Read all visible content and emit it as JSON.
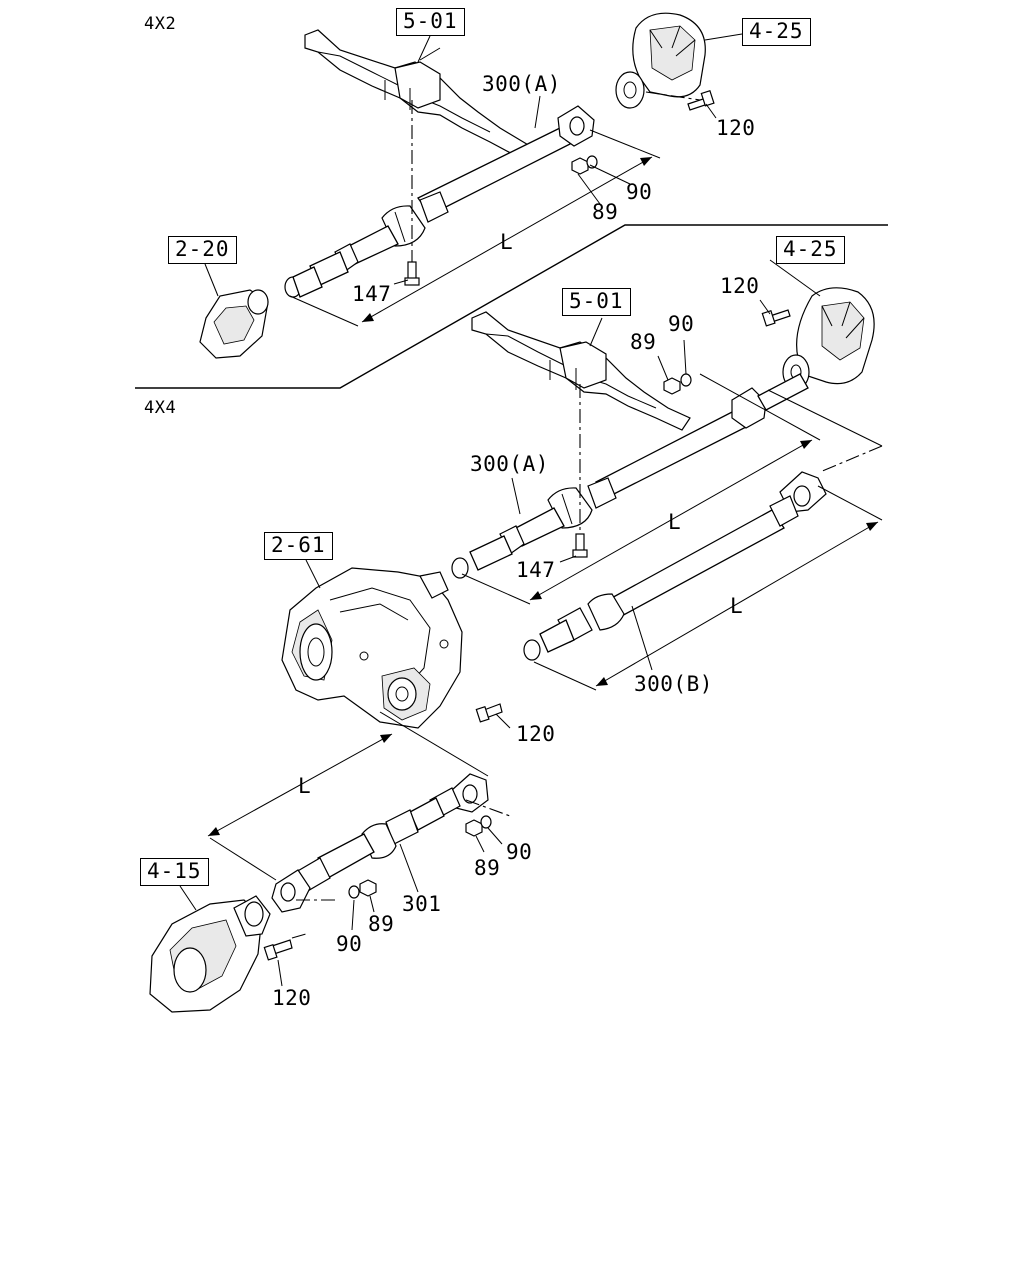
{
  "sections": {
    "upper": "4X2",
    "lower": "4X4"
  },
  "ref_boxes": {
    "frame_upper": "5-01",
    "rear_axle_upper": "4-25",
    "transmission_upper": "2-20",
    "rear_axle_lower": "4-25",
    "frame_lower": "5-01",
    "transfer_case": "2-61",
    "front_axle": "4-15"
  },
  "part_labels": {
    "shaft_a_upper": "300(A)",
    "bolt_upper": "120",
    "washer_upper": "90",
    "nut_upper": "89",
    "bolt_147_upper": "147",
    "length_upper": "L",
    "bolt_lower_rear": "120",
    "nut_lower": "89",
    "washer_lower": "90",
    "shaft_a_lower": "300(A)",
    "length_lower_a": "L",
    "bolt_147_lower": "147",
    "length_lower_b": "L",
    "shaft_b": "300(B)",
    "bolt_transfer": "120",
    "length_front": "L",
    "nut_front_upper": "89",
    "washer_front_upper": "90",
    "front_shaft": "301",
    "nut_front_lower": "89",
    "washer_front_lower": "90",
    "bolt_front": "120"
  }
}
